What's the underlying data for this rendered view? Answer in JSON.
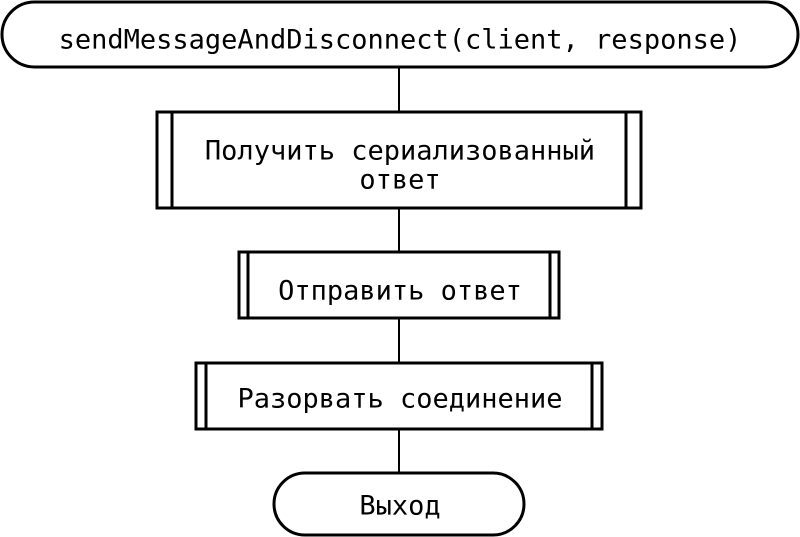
{
  "diagram": {
    "start": {
      "label": "sendMessageAndDisconnect(client, response)"
    },
    "steps": [
      {
        "lines": [
          "Получить сериализованный",
          "ответ"
        ]
      },
      {
        "lines": [
          "Отправить ответ"
        ]
      },
      {
        "lines": [
          "Разорвать соединение"
        ]
      }
    ],
    "end": {
      "label": "Выход"
    }
  },
  "colors": {
    "stroke": "#000000",
    "fill": "#ffffff",
    "text": "#000000"
  }
}
